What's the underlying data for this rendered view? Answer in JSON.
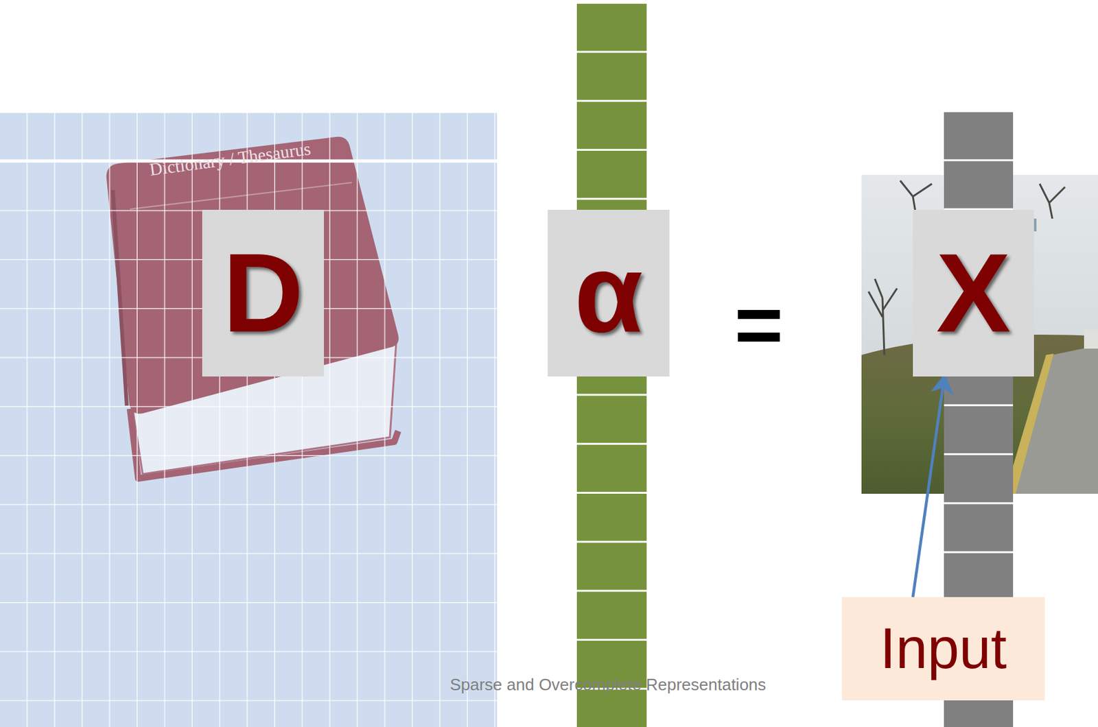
{
  "diagram": {
    "nodes": [
      {
        "text": [
          "D"
        ]
      },
      {
        "text": [
          "α"
        ]
      },
      {
        "text": [
          "X"
        ]
      },
      {
        "text": [
          "Input"
        ]
      }
    ],
    "edges": [
      {
        "from": 3,
        "to": 2,
        "arrow": "to"
      }
    ],
    "labels": [
      "Dictionary / Thesaurus",
      "=",
      "Sparse and Overcomplete Representations"
    ]
  }
}
